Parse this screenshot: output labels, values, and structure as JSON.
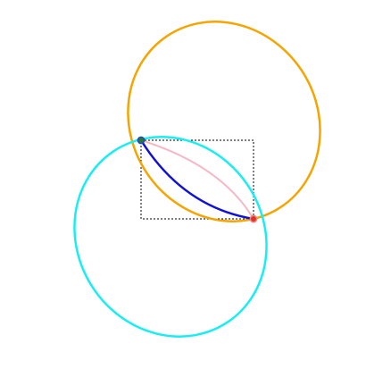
{
  "diagram": {
    "description_colors": {
      "ellipse_upper": "#f5a400",
      "ellipse_lower": "#18eef2",
      "arc_blue": "#1010d8",
      "arc_pink": "#f6b8c6",
      "bounding_box": "#000000",
      "point_start_fill": "#2a7a2a",
      "point_start_ring": "#1a48c8",
      "point_end_fill": "#e03020",
      "point_end_ring": "#f08080"
    },
    "elements": [
      "ellipse-upper",
      "ellipse-lower",
      "arc-blue",
      "arc-pink",
      "bounding-box",
      "start-point",
      "end-point"
    ]
  }
}
